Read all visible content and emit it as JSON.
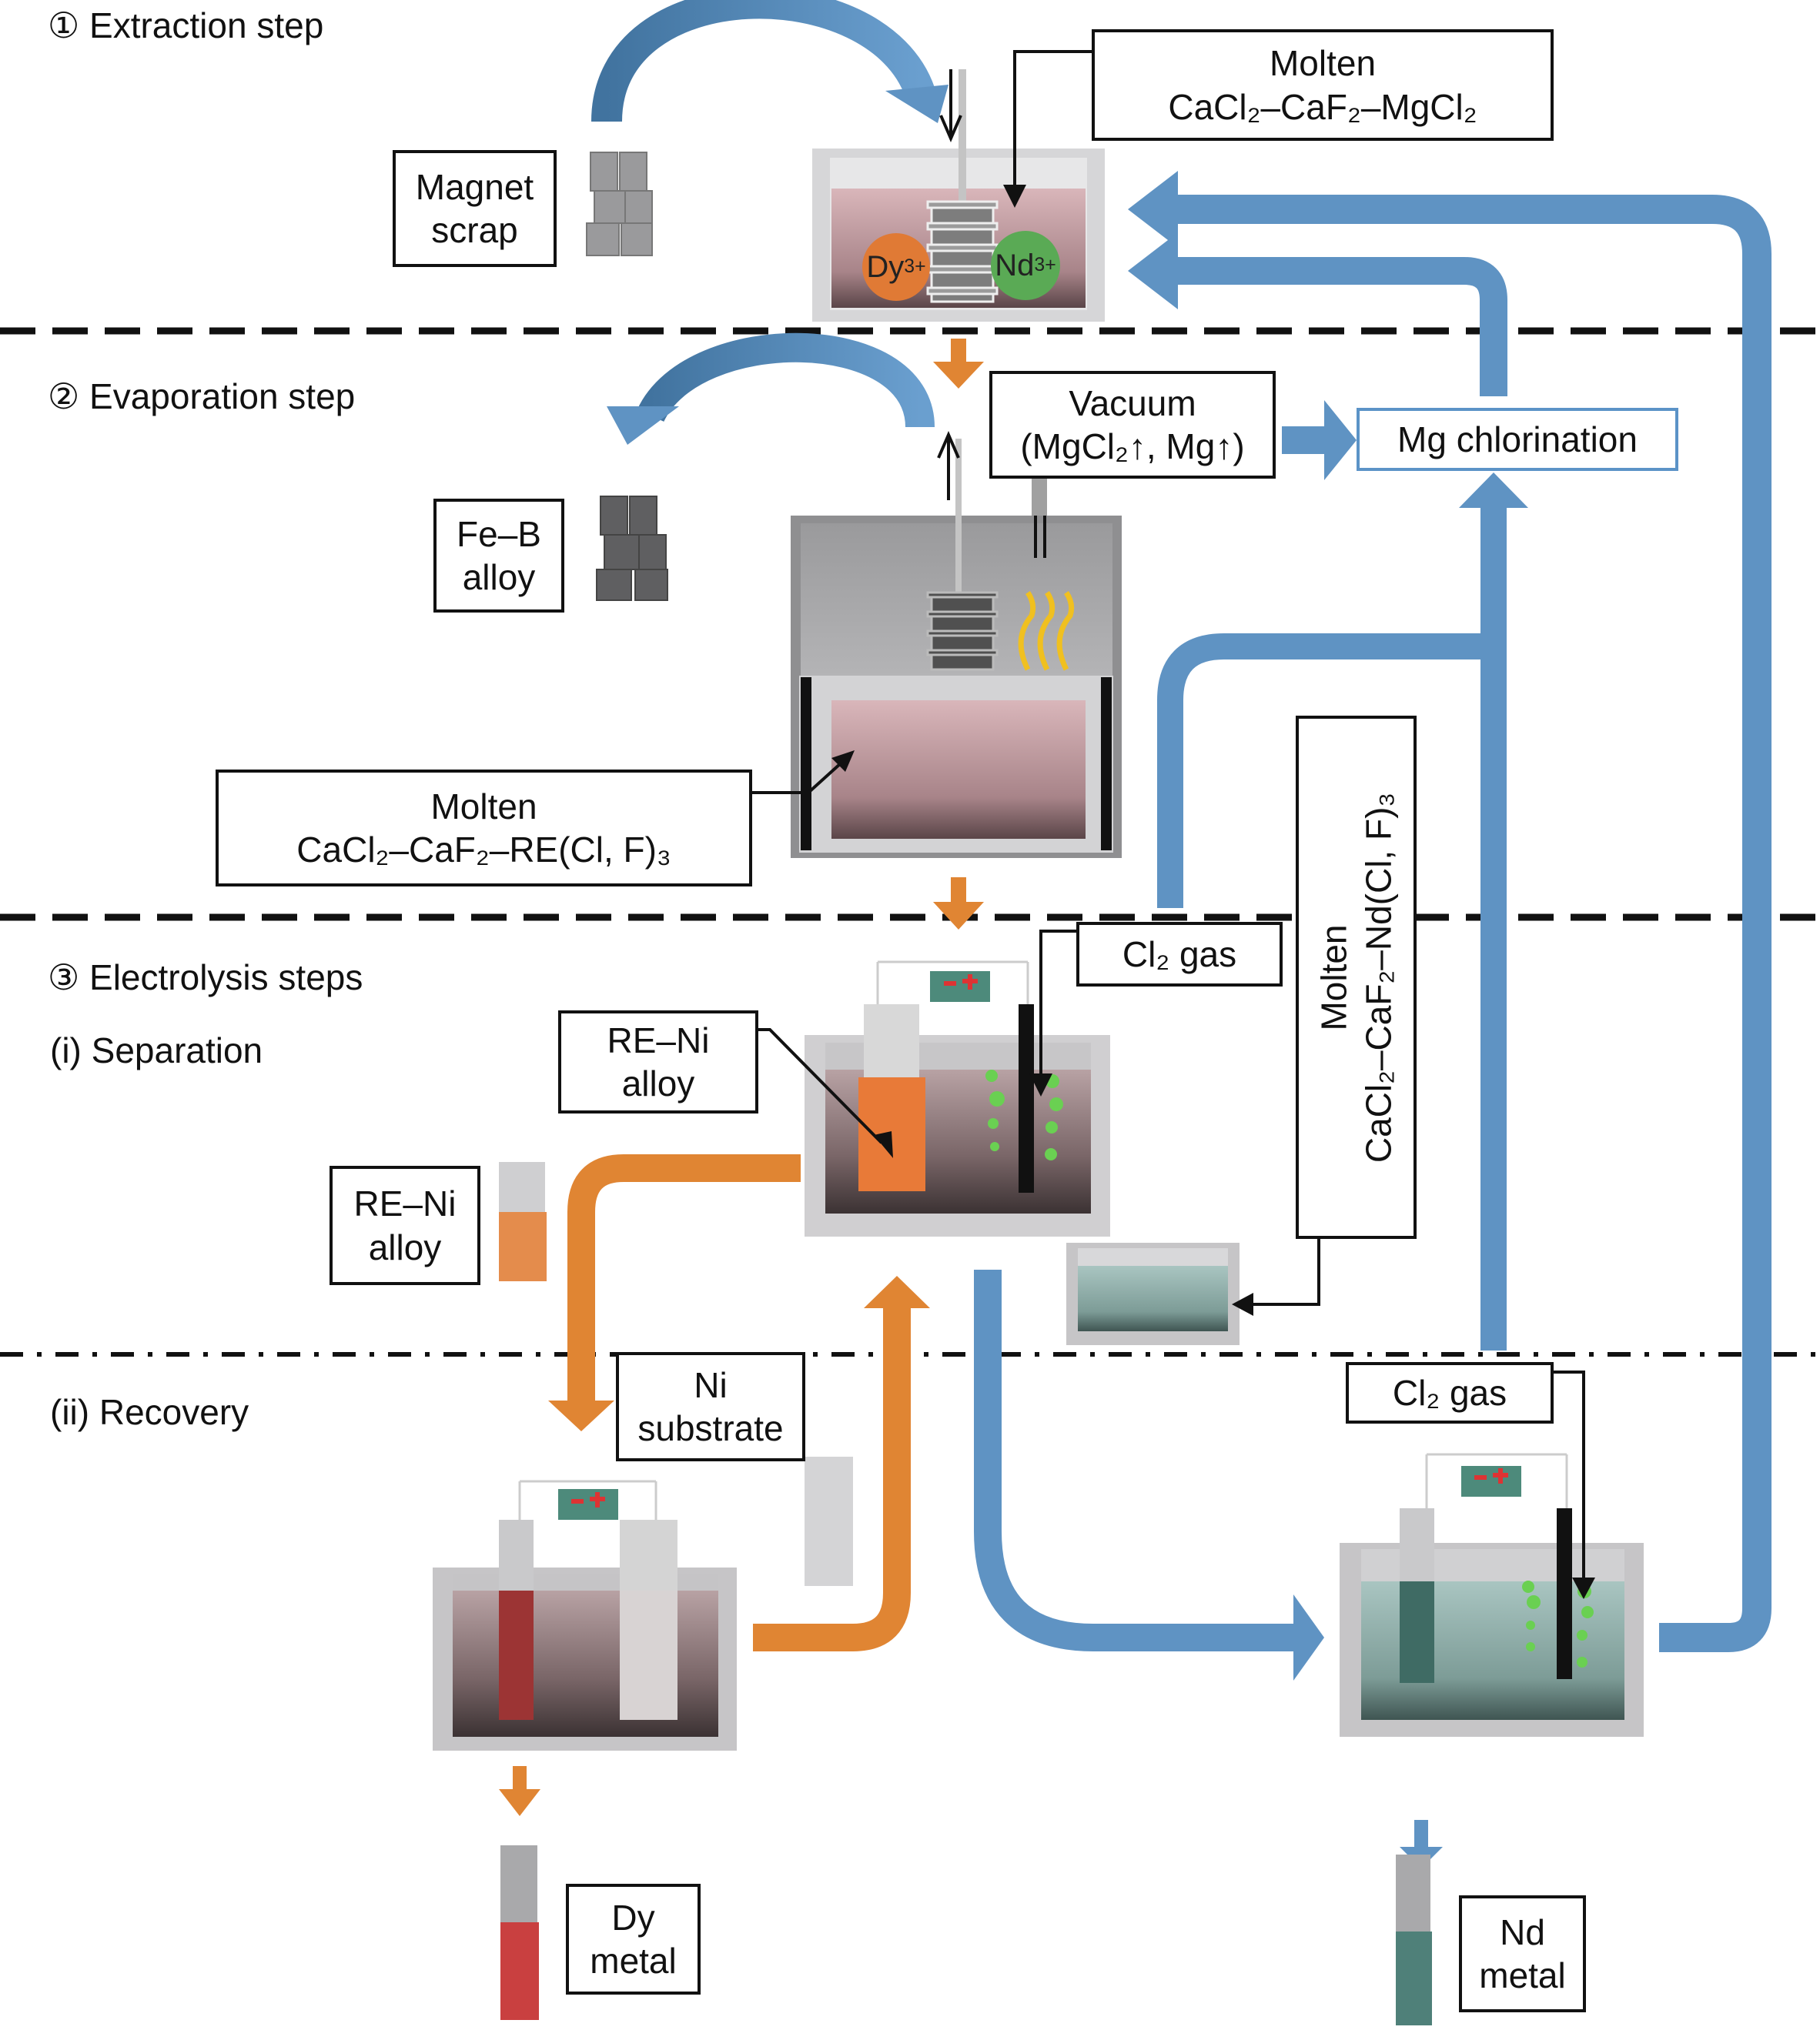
{
  "title": "Rare-earth recycling process from magnet scrap",
  "sections": {
    "extraction": {
      "num": "①",
      "label": "Extraction step"
    },
    "evaporation": {
      "num": "②",
      "label": "Evaporation step"
    },
    "electrolysis": {
      "num": "③",
      "label": "Electrolysis steps"
    },
    "separation": {
      "label": "(i) Separation"
    },
    "recovery": {
      "label": "(ii) Recovery"
    }
  },
  "labels": {
    "magnet_scrap": [
      "Magnet",
      "scrap"
    ],
    "molten_mgcl2": {
      "line1": "Molten",
      "line2": "CaCl₂–CaF₂–MgCl₂"
    },
    "vacuum": {
      "line1": "Vacuum",
      "line2": "(MgCl₂↑, Mg↑)"
    },
    "mg_chlorination": "Mg chlorination",
    "fe_b_alloy": [
      "Fe–B",
      "alloy"
    ],
    "molten_re": {
      "line1": "Molten",
      "line2": "CaCl₂–CaF₂–RE(Cl, F)₃"
    },
    "cl2_gas_1": "Cl₂ gas",
    "re_ni_alloy_1": [
      "RE–Ni",
      "alloy"
    ],
    "molten_nd": {
      "line1": "Molten",
      "line2": "CaCl₂–CaF₂–Nd(Cl, F)₃"
    },
    "re_ni_alloy_2": [
      "RE–Ni",
      "alloy"
    ],
    "ni_substrate": [
      "Ni",
      "substrate"
    ],
    "cl2_gas_2": "Cl₂ gas",
    "dy_metal": [
      "Dy",
      "metal"
    ],
    "nd_metal": [
      "Nd",
      "metal"
    ]
  },
  "ions": {
    "dy": {
      "text": "Dy",
      "charge": "3+",
      "color": "#e07a35"
    },
    "nd": {
      "text": "Nd",
      "charge": "3+",
      "color": "#5aaa55"
    }
  },
  "colors": {
    "blue_flow": "#5f93c3",
    "orange_flow": "#e08533",
    "salt_pink": "#c9a3a8",
    "salt_teal": "#8fb0ab",
    "dy_red": "#c94040",
    "nd_teal": "#4f8079",
    "battery": "#4d8a7b"
  }
}
